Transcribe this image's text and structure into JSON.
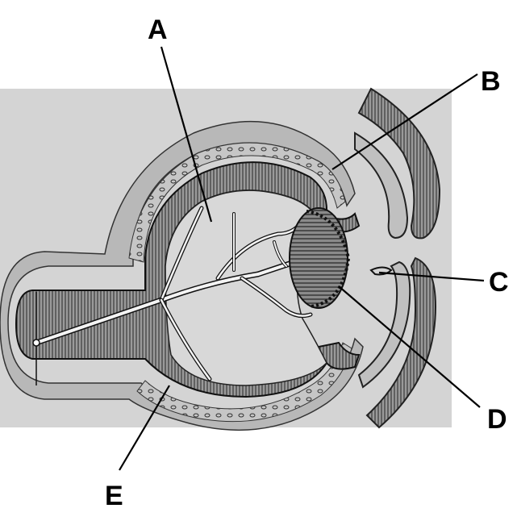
{
  "labels": {
    "a": "A",
    "b": "B",
    "c": "C",
    "d": "D",
    "e": "E"
  },
  "colors": {
    "background_panel": "#d4d4d4",
    "outer_layer": "#b8b8b8",
    "optic_cup_wall": "#8c8c8c",
    "vessels": "#f4f4f4",
    "ink": "#111111"
  }
}
